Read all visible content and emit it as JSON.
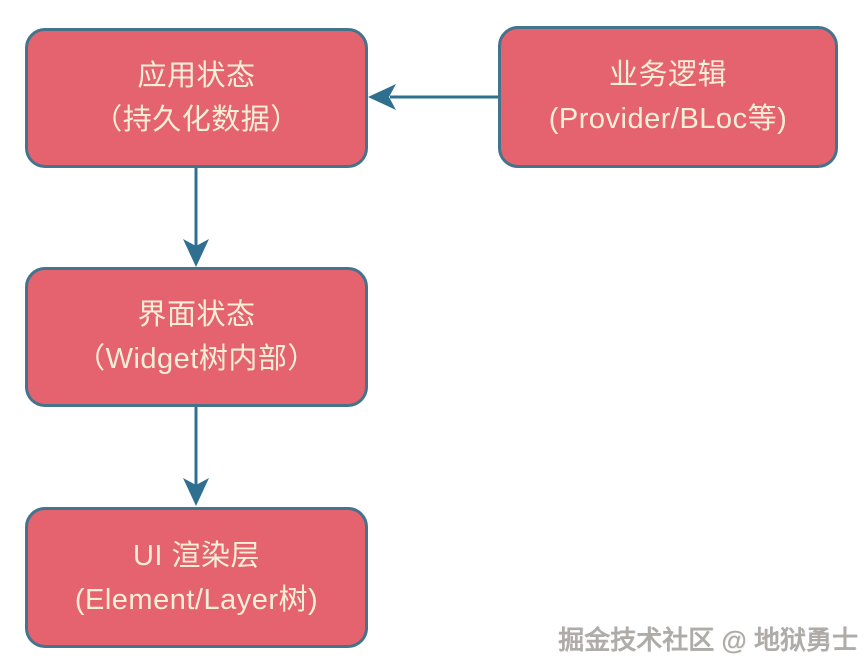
{
  "diagram": {
    "title_hint": "Flutter state layers flow diagram",
    "colors": {
      "background": "#ffffff",
      "node_fill": "#e4636e",
      "node_border": "#44738c",
      "node_text": "#f6efd8",
      "arrow": "#2f7090",
      "watermark_text": "#aeaba8"
    },
    "nodes": [
      {
        "id": "app-state",
        "line1": "应用状态",
        "line2": "（持久化数据）"
      },
      {
        "id": "business-logic",
        "line1": "业务逻辑",
        "line2": "(Provider/BLoc等)"
      },
      {
        "id": "ui-state",
        "line1": "界面状态",
        "line2": "（Widget树内部）"
      },
      {
        "id": "render-layer",
        "line1": "UI 渲染层",
        "line2": "(Element/Layer树)"
      }
    ],
    "edges": [
      {
        "from": "business-logic",
        "to": "app-state",
        "direction": "left"
      },
      {
        "from": "app-state",
        "to": "ui-state",
        "direction": "down"
      },
      {
        "from": "ui-state",
        "to": "render-layer",
        "direction": "down"
      }
    ],
    "watermark": "掘金技术社区 @ 地狱勇士"
  }
}
